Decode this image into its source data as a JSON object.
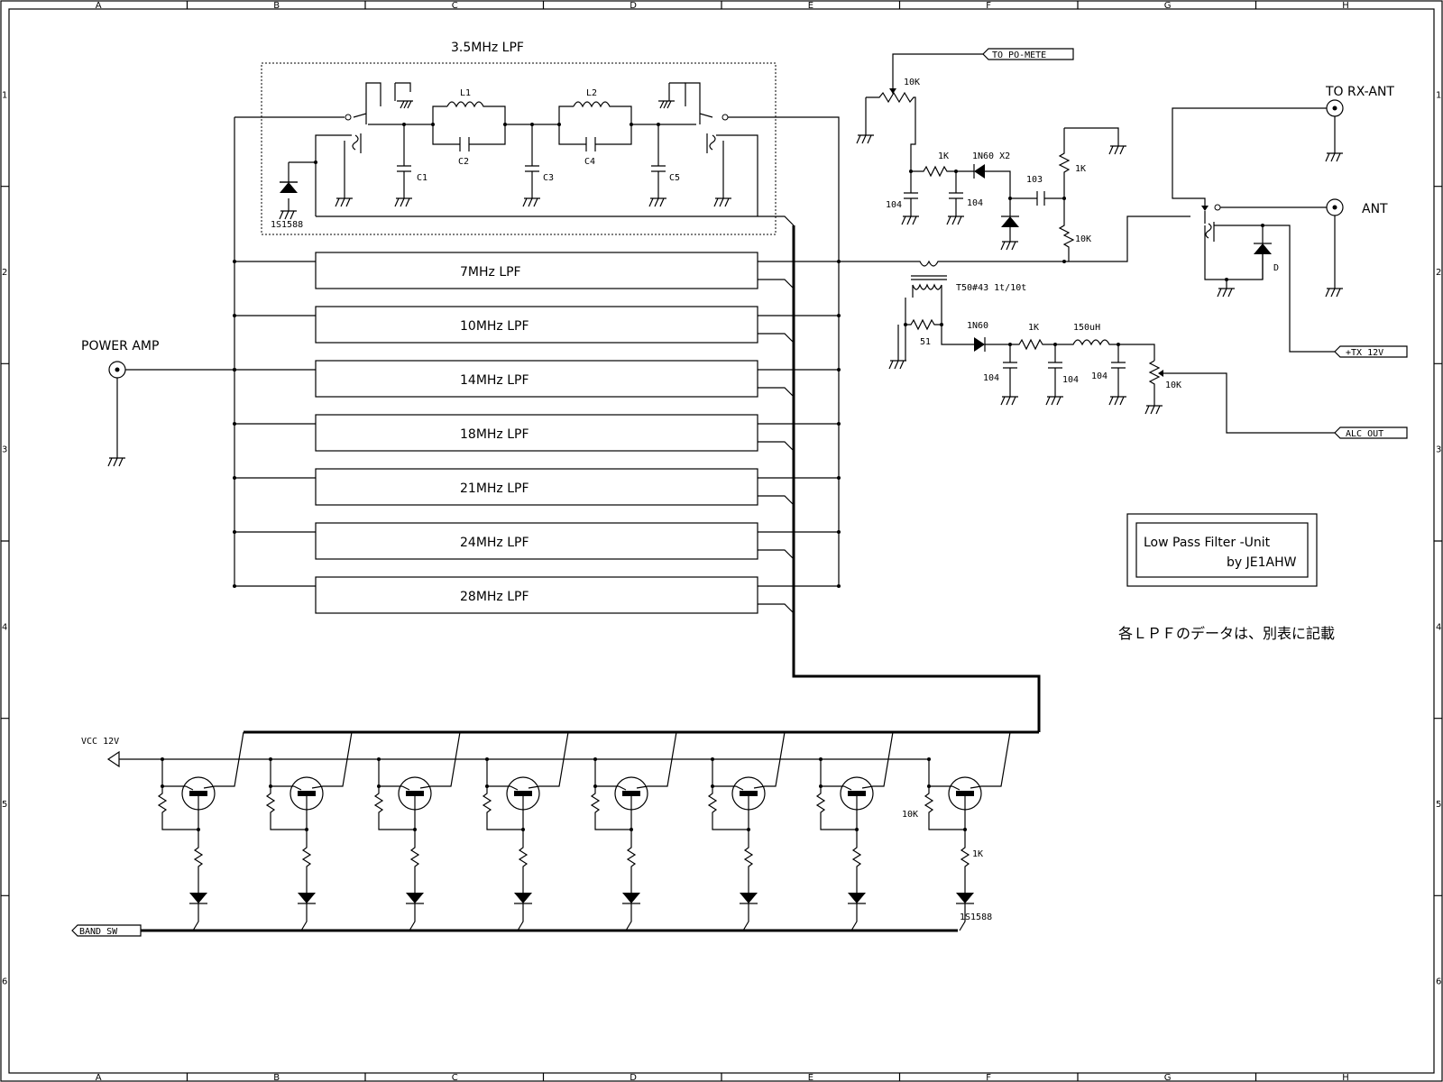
{
  "grid": {
    "columns": [
      "A",
      "B",
      "C",
      "D",
      "E",
      "F",
      "G",
      "H"
    ],
    "rows": [
      "1",
      "2",
      "3",
      "4",
      "5",
      "6"
    ]
  },
  "lpf35": {
    "title": "3.5MHz LPF",
    "inductors": [
      "L1",
      "L2"
    ],
    "caps": [
      "C1",
      "C2",
      "C3",
      "C4",
      "C5"
    ],
    "diode": "1S1588"
  },
  "filters": [
    "7MHz LPF",
    "10MHz LPF",
    "14MHz LPF",
    "18MHz LPF",
    "21MHz LPF",
    "24MHz LPF",
    "28MHz LPF"
  ],
  "power_amp": "POWER AMP",
  "meter": {
    "to_po": "TO PO-METE",
    "r_pot": "10K",
    "r1": "1K",
    "diode": "1N60 X2",
    "c1": "104",
    "c2": "104",
    "c3": "103",
    "r_top": "1K",
    "r_bot": "10K"
  },
  "ant": {
    "rx": "TO RX-ANT",
    "ant": "ANT",
    "d": "D",
    "tx": "+TX 12V"
  },
  "toroid": "T50#43 1t/10t",
  "alc": {
    "r51": "51",
    "diode": "1N60",
    "r": "1K",
    "l": "150uH",
    "c1": "104",
    "c2": "104",
    "c3": "104",
    "pot": "10K",
    "out": "ALC OUT"
  },
  "title_block": {
    "line1": "Low Pass Filter -Unit",
    "line2": "by JE1AHW"
  },
  "note": "各ＬＰＦのデータは、別表に記載",
  "driver": {
    "vcc": "VCC 12V",
    "band": "BAND SW",
    "r1": "10K",
    "r2": "1K",
    "diode": "1S1588"
  }
}
